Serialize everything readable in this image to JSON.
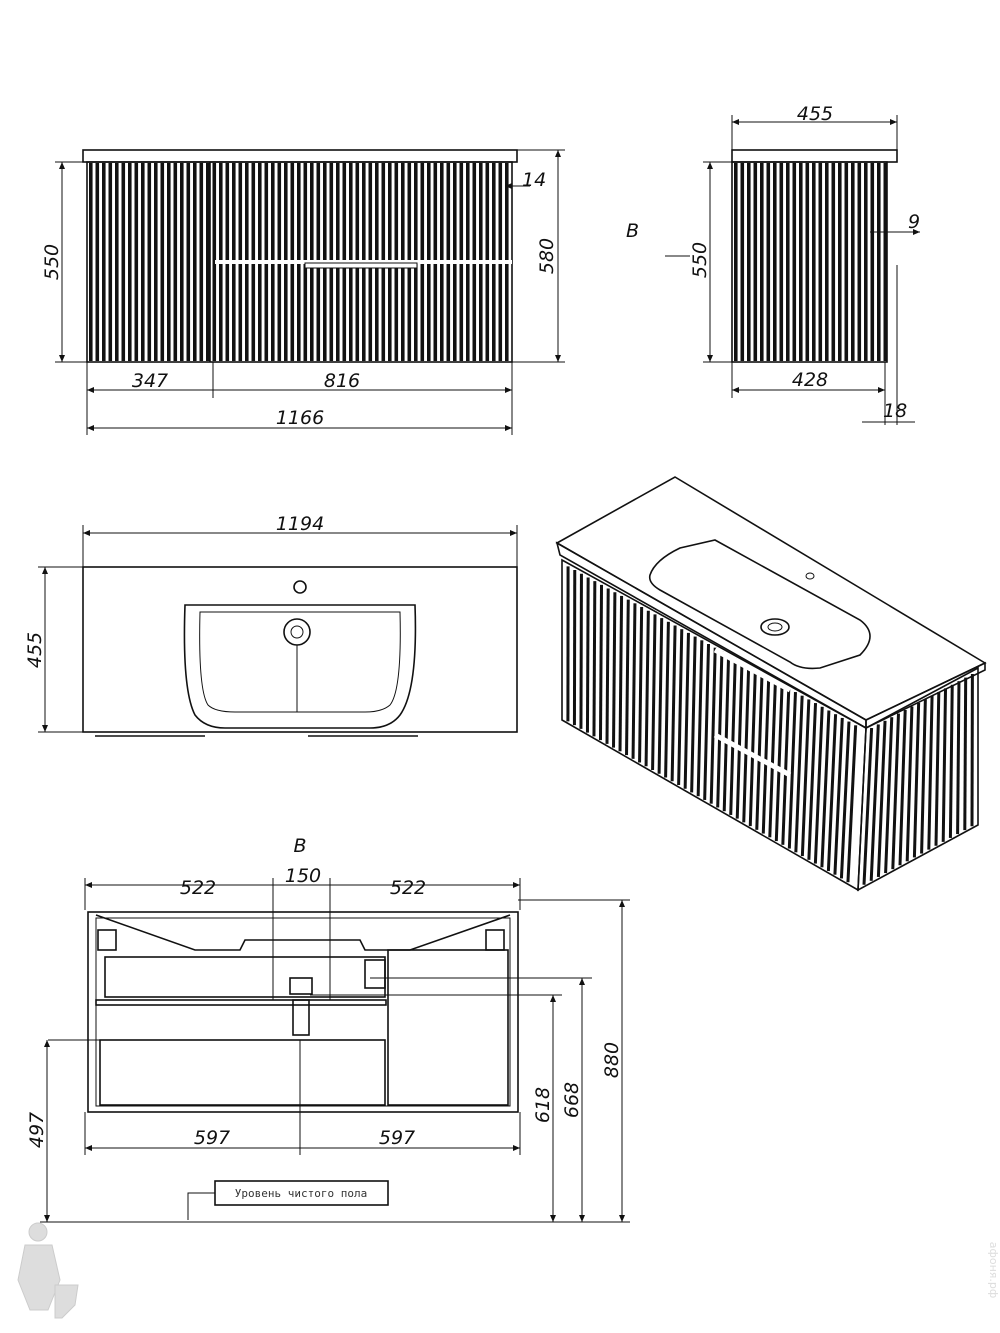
{
  "front_view": {
    "d_550": "550",
    "d_580": "580",
    "d_14": "14",
    "d_347": "347",
    "d_816": "816",
    "d_1166": "1166"
  },
  "side_view": {
    "d_455": "455",
    "d_550": "550",
    "d_9": "9",
    "d_428": "428",
    "d_18": "18",
    "view_marker": "B"
  },
  "top_view": {
    "d_1194": "1194",
    "d_455": "455"
  },
  "section_view": {
    "title": "B",
    "d_522_left": "522",
    "d_150": "150",
    "d_522_right": "522",
    "d_597_left": "597",
    "d_597_right": "597",
    "d_497": "497",
    "d_618": "618",
    "d_668": "668",
    "d_880": "880",
    "floor_label": "Уровень чистого пола"
  },
  "watermark": "афоня.рф",
  "colors": {
    "line": "#111111",
    "background": "#ffffff"
  }
}
